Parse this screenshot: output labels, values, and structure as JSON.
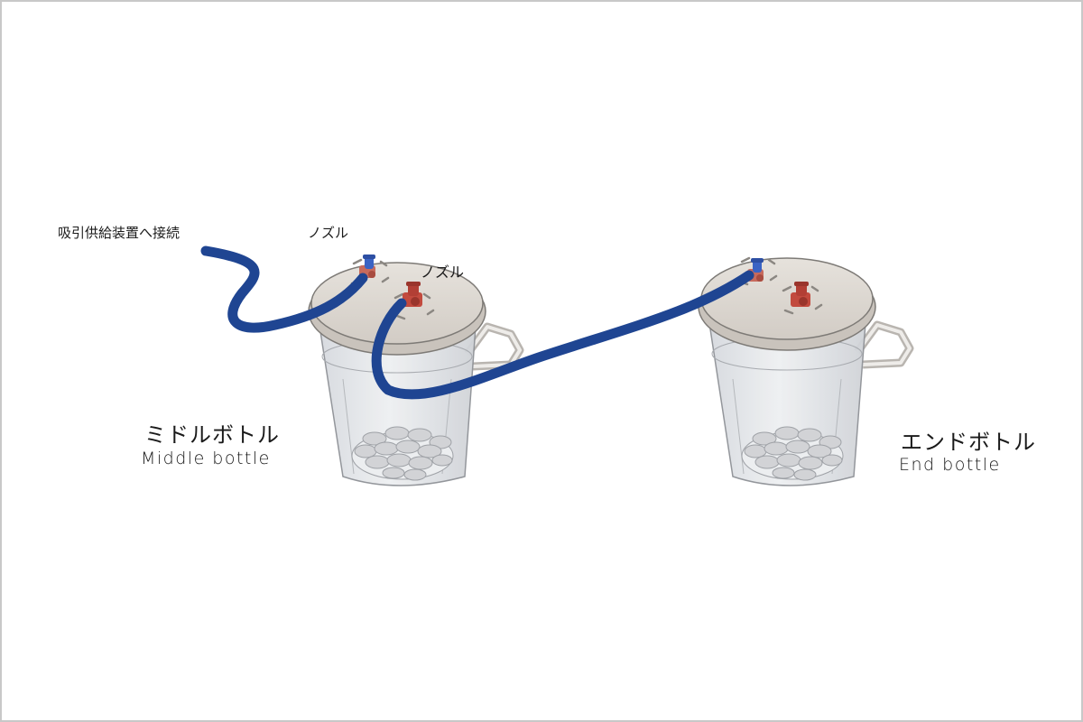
{
  "labels": {
    "connect_supply": "吸引供給装置へ接続",
    "nozzle_1": "ノズル",
    "nozzle_2": "ノズル",
    "middle_bottle_jp": "ミドルボトル",
    "middle_bottle_en": "Middle bottle",
    "end_bottle_jp": "エンドボトル",
    "end_bottle_en": "End bottle"
  },
  "colors": {
    "hose": "#1f4592",
    "nozzle_blue": "#3a63c4",
    "nozzle_red": "#c24a3e",
    "lid": "#ddd8d2",
    "container": "#e2e4e8",
    "pellets": "#d3d4d7"
  }
}
